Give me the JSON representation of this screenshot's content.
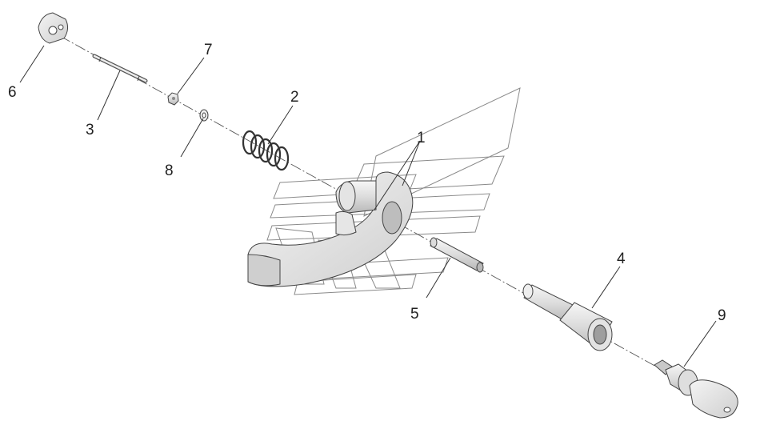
{
  "diagram": {
    "parts": [
      {
        "id": "p1",
        "label": "1",
        "icon": "lever-arm-icon"
      },
      {
        "id": "p2",
        "label": "2",
        "icon": "spring-icon"
      },
      {
        "id": "p3",
        "label": "3",
        "icon": "pin-icon"
      },
      {
        "id": "p4",
        "label": "4",
        "icon": "bushing-icon"
      },
      {
        "id": "p5",
        "label": "5",
        "icon": "axle-icon"
      },
      {
        "id": "p6",
        "label": "6",
        "icon": "bracket-icon"
      },
      {
        "id": "p7",
        "label": "7",
        "icon": "nut-icon"
      },
      {
        "id": "p8",
        "label": "8",
        "icon": "washer-icon"
      },
      {
        "id": "p9",
        "label": "9",
        "icon": "key-lock-icon"
      }
    ],
    "colors": {
      "line": "#444444",
      "fill_light": "#f2f2f2",
      "fill_mid": "#d9d9d9",
      "fill_dark": "#bdbdbd",
      "watermark": "#8a8a8a"
    }
  }
}
